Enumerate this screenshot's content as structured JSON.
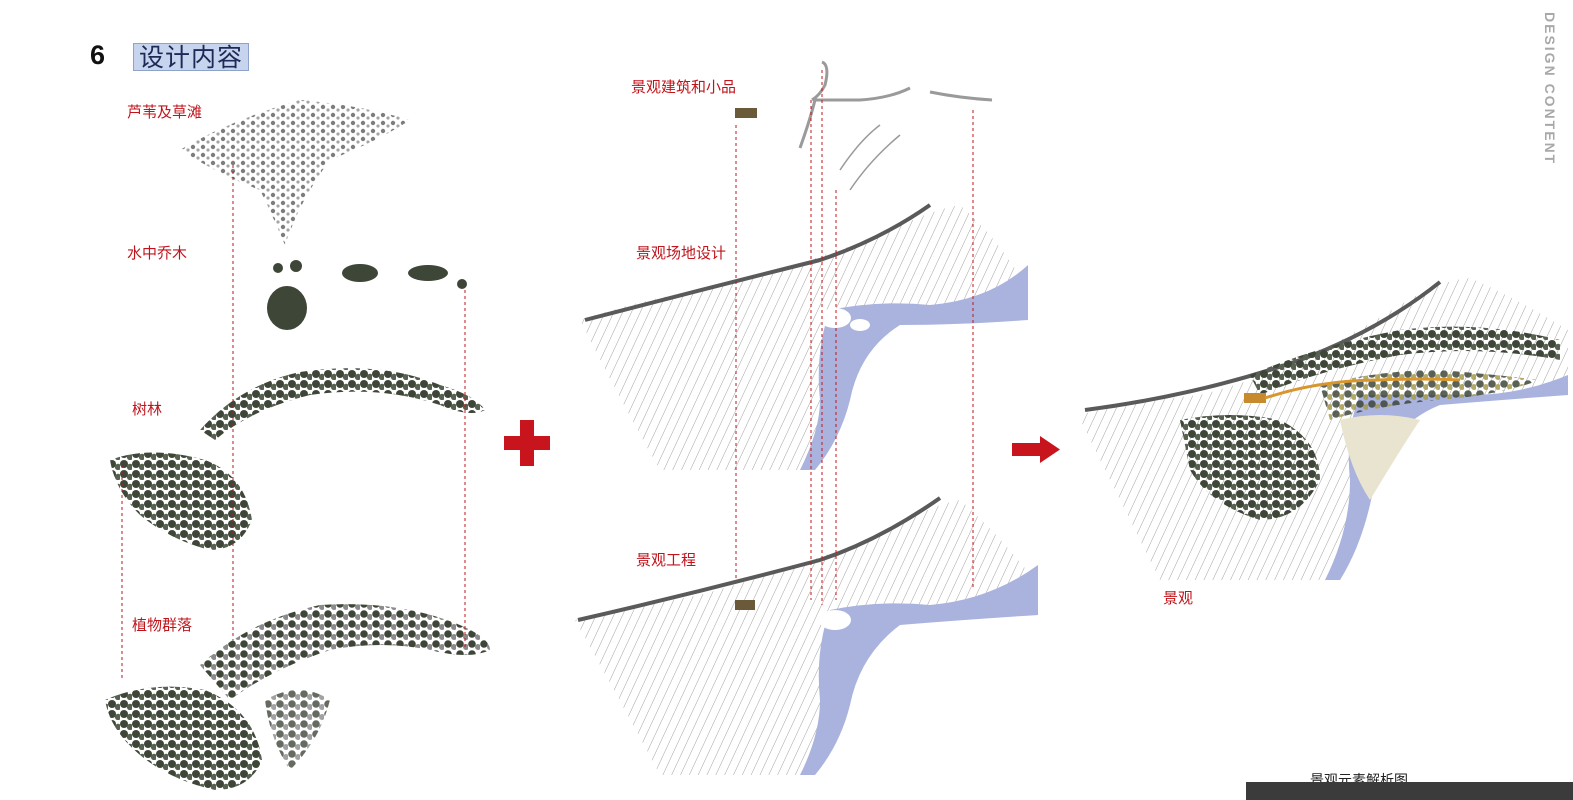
{
  "header": {
    "section_number": "6",
    "section_title": "设计内容",
    "side_label": "DESIGN CONTENT"
  },
  "layers_left": {
    "reeds": "芦苇及草滩",
    "water_trees": "水中乔木",
    "forest": "树林",
    "plant_community": "植物群落"
  },
  "layers_middle": {
    "buildings": "景观建筑和小品",
    "site_design": "景观场地设计",
    "engineering": "景观工程"
  },
  "result": {
    "label": "景观"
  },
  "footer": {
    "caption": "景观元素解析图"
  },
  "colors": {
    "accent_red": "#c0141c",
    "water_blue": "#a9b3de",
    "tree_dark": "#3e4638",
    "contour_gray": "#8a8a8a"
  }
}
